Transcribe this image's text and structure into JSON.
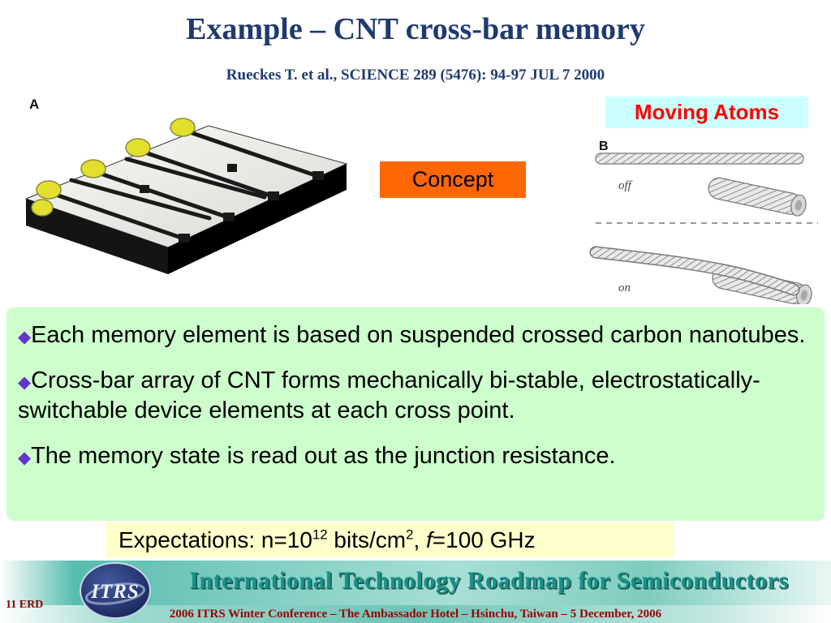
{
  "glyphs": {
    "bullet": "◆"
  },
  "title": "Example – CNT cross-bar memory",
  "citation": "Rueckes T. et al., SCIENCE 289 (5476): 94-97 JUL 7 2000",
  "labels": {
    "moving_atoms": "Moving Atoms",
    "concept": "Concept"
  },
  "figures": {
    "a_label": "A",
    "b_label": "B",
    "off_state": "off",
    "on_state": "on"
  },
  "bullets": [
    "Each memory element is based on suspended crossed carbon nanotubes.",
    "Cross-bar array of CNT forms mechanically bi-stable, electrostatically-switchable device elements at each cross point.",
    "The memory state is read out as the junction resistance."
  ],
  "expectations": {
    "part1": "Expectations: n=10",
    "sup1": "12",
    "part2": " bits/cm",
    "sup2": "2",
    "part3": ", ",
    "f": "f",
    "part4": "=100 GHz"
  },
  "footer": {
    "logo": "ITRS",
    "roadmap": "International Technology Roadmap for Semiconductors",
    "conference": "2006 ITRS Winter Conference  –  The Ambassador Hotel  –  Hsinchu,  Taiwan  –  5 December, 2006",
    "page": "11 ERD"
  },
  "colors": {
    "title_navy": "#1e3a70",
    "moving_atoms_bg": "#ccffff",
    "moving_atoms_text": "#ff0000",
    "concept_bg": "#ff6606",
    "green_box_bg": "#ccffcc",
    "yellow_box_bg": "#ffffcc",
    "bullet_diamond": "#6633cc",
    "footer_dark_red": "#9b0000",
    "roadmap_teal": "#189189"
  }
}
